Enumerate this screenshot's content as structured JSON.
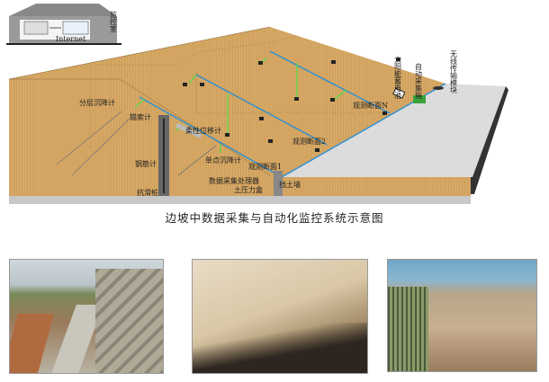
{
  "monitor_room": {
    "label": "监控室",
    "network": "Internet"
  },
  "labels": {
    "layered_settlement": "分层沉降计",
    "anchor_cable": "锚索计",
    "flexible_displacement": "柔性位移计",
    "rebar_meter": "钢筋计",
    "single_point_settlement": "单点沉降计",
    "section_1": "观测断面1",
    "section_2": "观测断面2",
    "section_n": "观测断面N",
    "data_processor": "数据采集处理器",
    "earth_pressure": "土压力盒",
    "anti_slide_pile": "抗滑桩",
    "retaining_wall": "挡土墙",
    "solar_battery": "太阳能蓄电池",
    "auto_collect_box": "自动采集箱",
    "wireless_module": "无线传输模块"
  },
  "caption": "边坡中数据采集与自动化监控系统示意图",
  "colors": {
    "soil": "#d6a865",
    "cable": "#2a8fd6",
    "wire": "#4ee04a",
    "platform": "#dcdcdc"
  }
}
